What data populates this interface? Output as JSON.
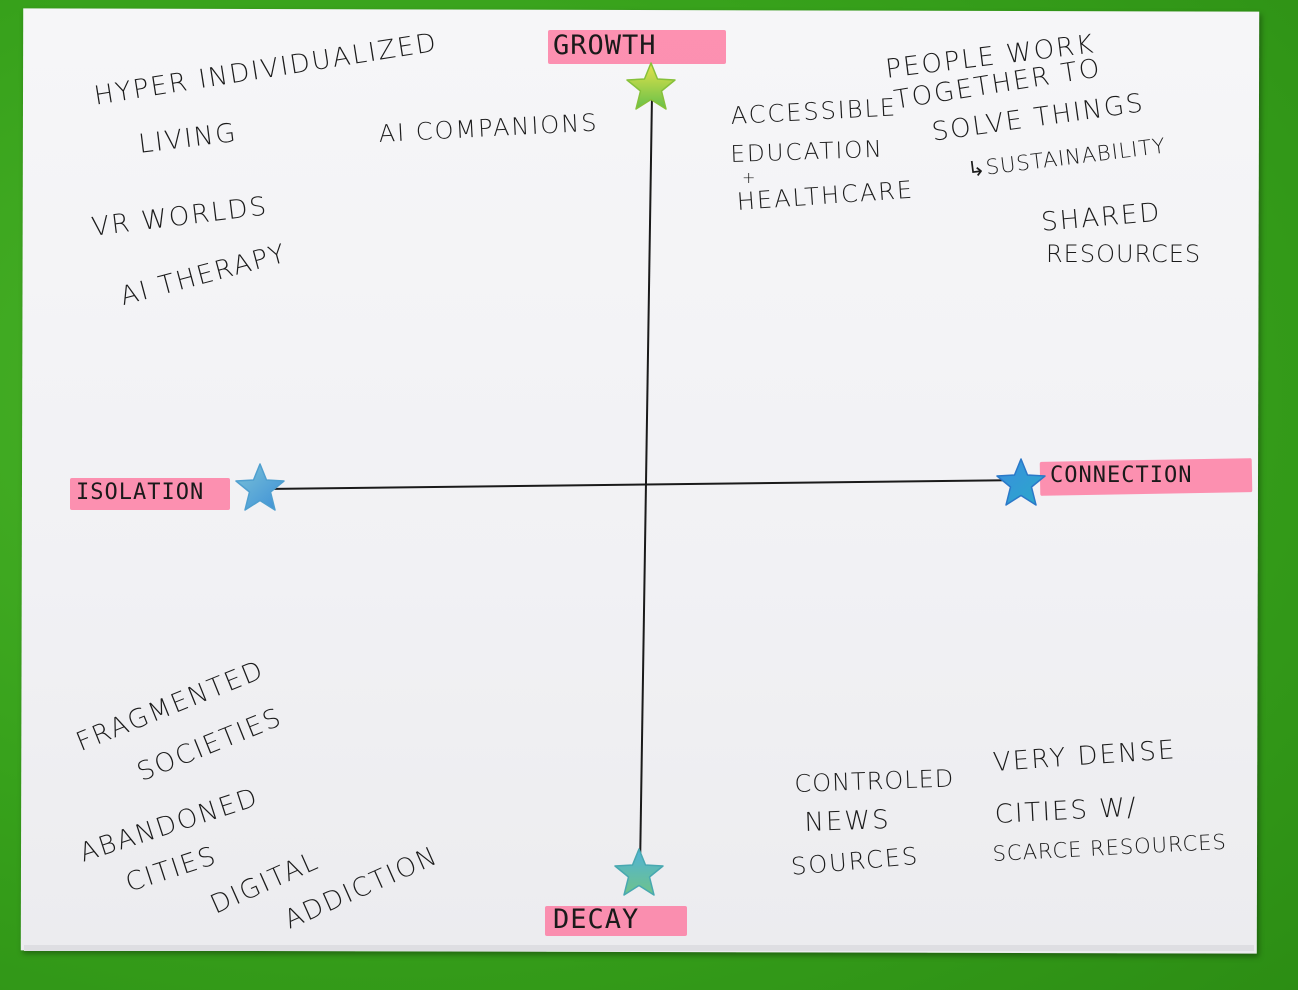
{
  "axes": {
    "top": "GROWTH",
    "bottom": "DECAY",
    "left": "ISOLATION",
    "right": "CONNECTION"
  },
  "quadrants": {
    "top_left": {
      "hyper_1": "HYPER INDIVIDUALIZED",
      "hyper_2": "LIVING",
      "ai_companions": "AI COMPANIONS",
      "vr_worlds": "VR WORLDS",
      "ai_therapy": "AI THERAPY"
    },
    "top_right": {
      "people_1": "PEOPLE WORK",
      "people_2": "TOGETHER TO",
      "people_3": "SOLVE THINGS",
      "accessible_1": "ACCESSIBLE",
      "accessible_2": "EDUCATION",
      "accessible_plus": "+",
      "accessible_3": "HEALTHCARE",
      "sustainability": "↳SUSTAINABILITY",
      "shared_1": "SHARED",
      "shared_2": "RESOURCES"
    },
    "bottom_left": {
      "fragmented_1": "FRAGMENTED",
      "fragmented_2": "SOCIETIES",
      "abandoned_1": "ABANDONED",
      "abandoned_2": "CITIES",
      "digital_1": "DIGITAL",
      "digital_2": "ADDICTION"
    },
    "bottom_right": {
      "controlled_1": "CONTROLED",
      "controlled_2": "NEWS",
      "controlled_3": "SOURCES",
      "dense_1": "VERY DENSE",
      "dense_2": "CITIES W/",
      "dense_3": "SCARCE RESOURCES"
    }
  },
  "colors": {
    "background": "#3fa51f",
    "paper": "#f3f3f6",
    "highlighter": "#ff6996",
    "ink": "#1b1b1b",
    "star_top": "#9bd233",
    "star_left": "#4fa7d8",
    "star_right": "#2a7fd0",
    "star_bottom": "#45b8b0"
  },
  "icons": {
    "stars": [
      "star-icon",
      "star-icon",
      "star-icon",
      "star-icon"
    ]
  }
}
